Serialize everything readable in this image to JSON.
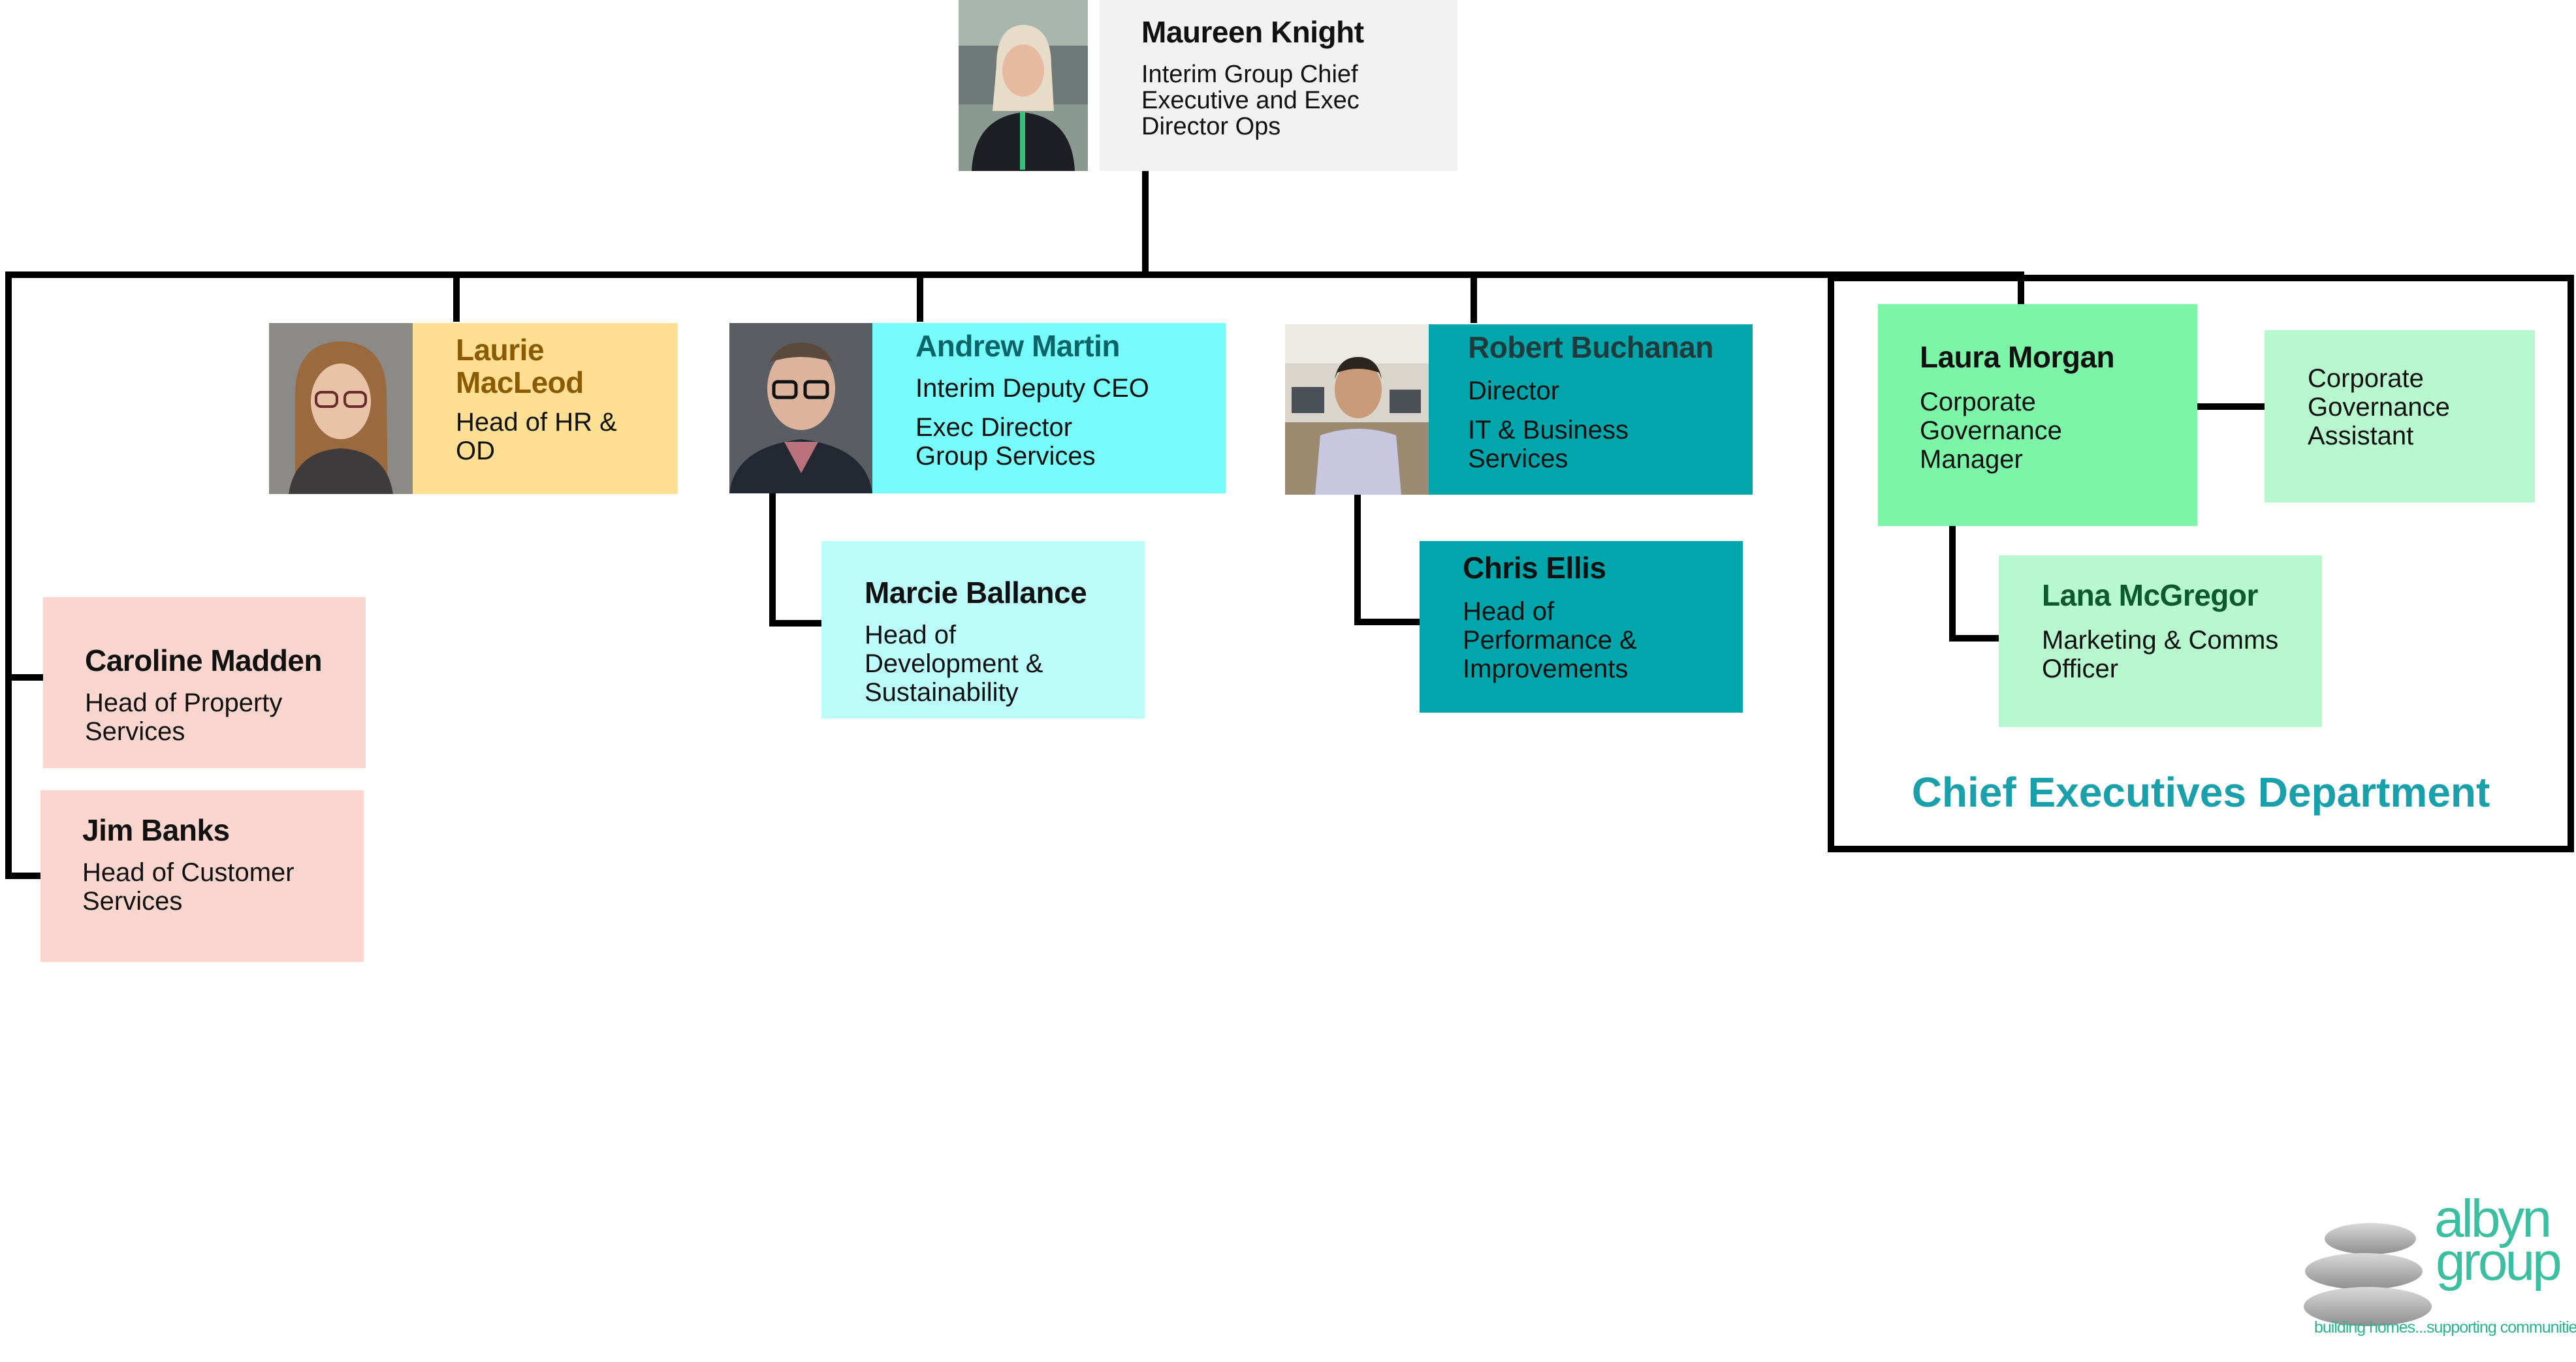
{
  "people": {
    "ceo": {
      "name": "Maureen Knight",
      "role": "Interim Group Chief\nExecutive and Exec\nDirector Ops"
    },
    "hr": {
      "name": "Laurie\nMacLeod",
      "role": "Head of HR &\nOD"
    },
    "deputy": {
      "name": "Andrew Martin",
      "role1": "Interim Deputy CEO",
      "role2": "Exec Director\nGroup Services"
    },
    "it": {
      "name": "Robert Buchanan",
      "role1": "Director",
      "role2": "IT & Business\nServices"
    },
    "governance_manager": {
      "name": "Laura Morgan",
      "role": "Corporate\nGovernance\nManager"
    },
    "governance_assistant": {
      "role": "Corporate\nGovernance\nAssistant"
    },
    "marketing": {
      "name": "Lana McGregor",
      "role": "Marketing & Comms\nOfficer"
    },
    "development": {
      "name": "Marcie Ballance",
      "role": "Head of\nDevelopment &\nSustainability"
    },
    "performance": {
      "name": "Chris Ellis",
      "role": "Head of\nPerformance &\nImprovements"
    },
    "property": {
      "name": "Caroline Madden",
      "role": "Head of Property\nServices"
    },
    "customer": {
      "name": "Jim Banks",
      "role": "Head of Customer\nServices"
    }
  },
  "department": {
    "title": "Chief Executives Department"
  },
  "logo": {
    "brand_line1": "albyn",
    "brand_line2": "group",
    "tagline": "building homes...supporting communities"
  },
  "colors": {
    "ceo_box": "#f2f2f2",
    "hr_box": "#ffdf93",
    "hr_name": "#8a5b00",
    "deputy_box": "#77fcfb",
    "deputy_name": "#0a6468",
    "it_box": "#00a6ab",
    "it_name": "#1f3a3a",
    "governance_manager_box": "#7df5a8",
    "governance_light_box": "#b8f8cf",
    "marketing_name": "#0b5a2c",
    "development_box": "#bcfcfb",
    "performance_box": "#00a6ab",
    "property_box": "#fad6ce",
    "department_title": "#1aa0ab"
  }
}
